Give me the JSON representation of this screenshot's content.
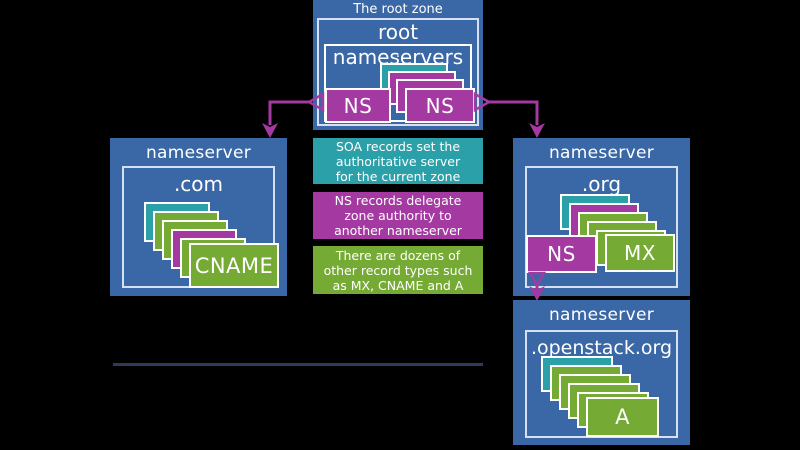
{
  "colors": {
    "blue": "#3a67a6",
    "teal": "#2ba0a8",
    "magenta": "#a339a1",
    "green": "#75aa34",
    "navy": "#2c3c5c",
    "inner_border": "#d5e0f2",
    "background": "#000000"
  },
  "root_zone": {
    "label": "The root zone",
    "title": "root nameservers",
    "zone_dot": ".",
    "stack": [
      "teal",
      "magenta",
      "magenta"
    ],
    "records": [
      {
        "label": "NS",
        "color": "magenta"
      },
      {
        "label": "NS",
        "color": "magenta"
      }
    ]
  },
  "com_nameserver": {
    "title": "nameserver",
    "zone": ".com",
    "stack": [
      "teal",
      "green",
      "green",
      "magenta",
      "green"
    ],
    "front_record": {
      "label": "CNAME",
      "color": "green"
    }
  },
  "org_nameserver": {
    "title": "nameserver",
    "zone": ".org",
    "stack": [
      "teal",
      "magenta",
      "green",
      "green",
      "green"
    ],
    "records": [
      {
        "label": "NS",
        "color": "magenta"
      },
      {
        "label": "MX",
        "color": "green"
      }
    ]
  },
  "openstack_nameserver": {
    "title": "nameserver",
    "zone": ".openstack.org",
    "stack": [
      "teal",
      "green",
      "green",
      "green",
      "green"
    ],
    "front_record": {
      "label": "A",
      "color": "green"
    }
  },
  "legend": [
    {
      "color": "teal",
      "lines": [
        "SOA records set the",
        "authoritative server",
        "for the current zone"
      ]
    },
    {
      "color": "magenta",
      "lines": [
        "NS records delegate",
        "zone authority to",
        "another nameserver"
      ]
    },
    {
      "color": "green",
      "lines": [
        "There are dozens of",
        "other record types such",
        "as MX, CNAME and A"
      ]
    }
  ]
}
